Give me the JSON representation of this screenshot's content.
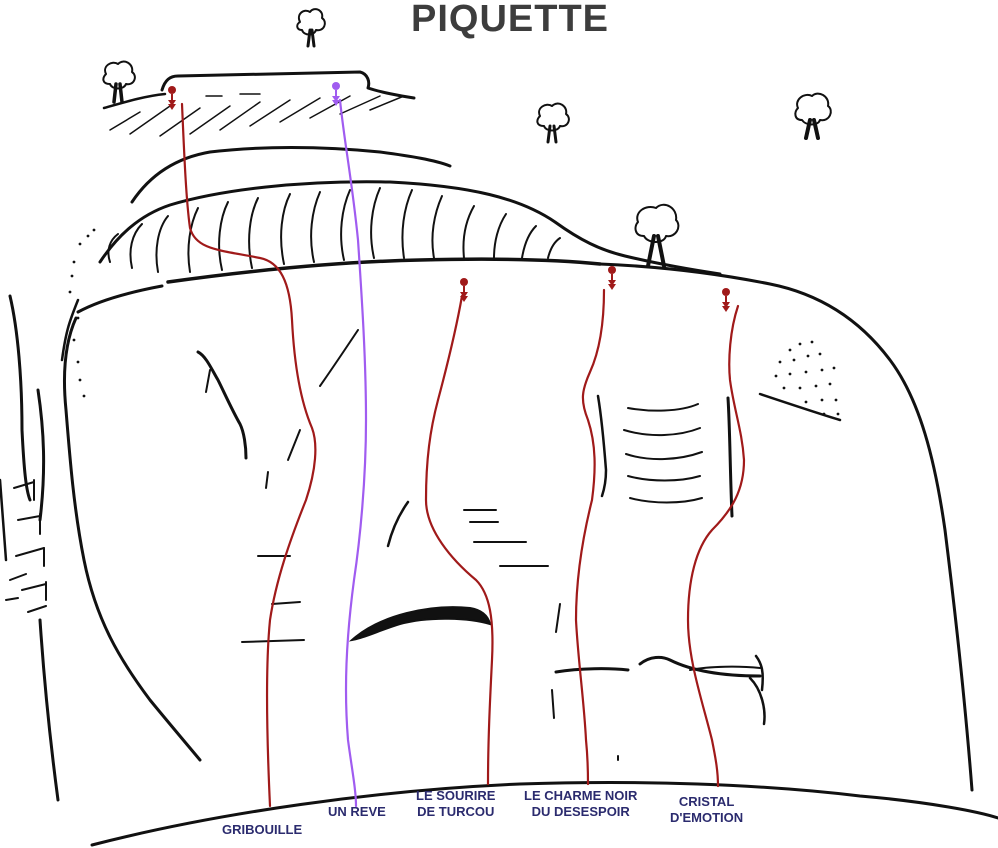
{
  "title": "PIQUETTE",
  "colors": {
    "route": "#a01a1a",
    "route_alt": "#a05cf0",
    "ink": "#111111",
    "label": "#2b2b6e",
    "title": "#3d3d3d"
  },
  "routes": [
    {
      "id": "gribouille",
      "label": "GRIBOUILLE",
      "color": "#a01a1a"
    },
    {
      "id": "un-reve",
      "label": "UN REVE",
      "color": "#a05cf0"
    },
    {
      "id": "le-sourire-de-turcou",
      "label": "LE SOURIRE\nDE TURCOU",
      "color": "#a01a1a"
    },
    {
      "id": "le-charme-noir",
      "label": "LE CHARME NOIR\nDU DESESPOIR",
      "color": "#a01a1a"
    },
    {
      "id": "cristal-d-emotion",
      "label": "CRISTAL\nD'EMOTION",
      "color": "#a01a1a"
    }
  ],
  "icons": [
    "tree-icon",
    "anchor-icon"
  ]
}
